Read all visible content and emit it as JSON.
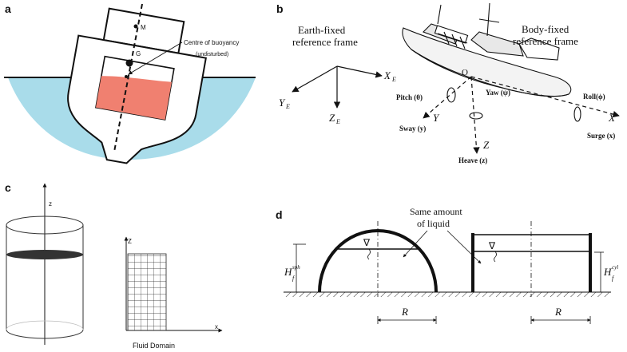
{
  "panel_a": {
    "letter": "a",
    "label_m": "M",
    "label_g": "G",
    "label_buoyancy": "Centre of buoyancy",
    "label_undisturbed": "(undisturbed)",
    "colors": {
      "water": "#a9dcea",
      "liquid": "#f08070",
      "hull": "#ffffff",
      "outline": "#111111"
    }
  },
  "panel_b": {
    "letter": "b",
    "earth_frame_line1": "Earth-fixed",
    "earth_frame_line2": "reference frame",
    "body_frame_line1": "Body-fixed",
    "body_frame_line2": "reference frame",
    "xe_main": "X",
    "xe_sub": "E",
    "ye_main": "Y",
    "ye_sub": "E",
    "ze_main": "Z",
    "ze_sub": "E",
    "origin": "O",
    "pitch": "Pitch (θ)",
    "yaw": "Yaw (ψ)",
    "roll": "Roll(ϕ)",
    "sway": "Sway (y)",
    "surge": "Surge (x)",
    "heave": "Heave (z)",
    "axis_x": "X",
    "axis_y": "Y",
    "axis_z": "Z"
  },
  "panel_c": {
    "letter": "c",
    "axis_z_upper": "z",
    "axis_z_upper2": "Z",
    "axis_x": "x",
    "fluid_domain": "Fluid Domain"
  },
  "panel_d": {
    "letter": "d",
    "same_amount_line1": "Same amount",
    "same_amount_line2": "of liquid",
    "h_sph_main": "H",
    "h_sph_sub": "f",
    "h_sph_sup": "sph",
    "h_cyl_main": "H",
    "h_cyl_sub": "f",
    "h_cyl_sup": "cyl",
    "r_left": "R",
    "r_right": "R",
    "free_surface_symbol": "∇"
  }
}
